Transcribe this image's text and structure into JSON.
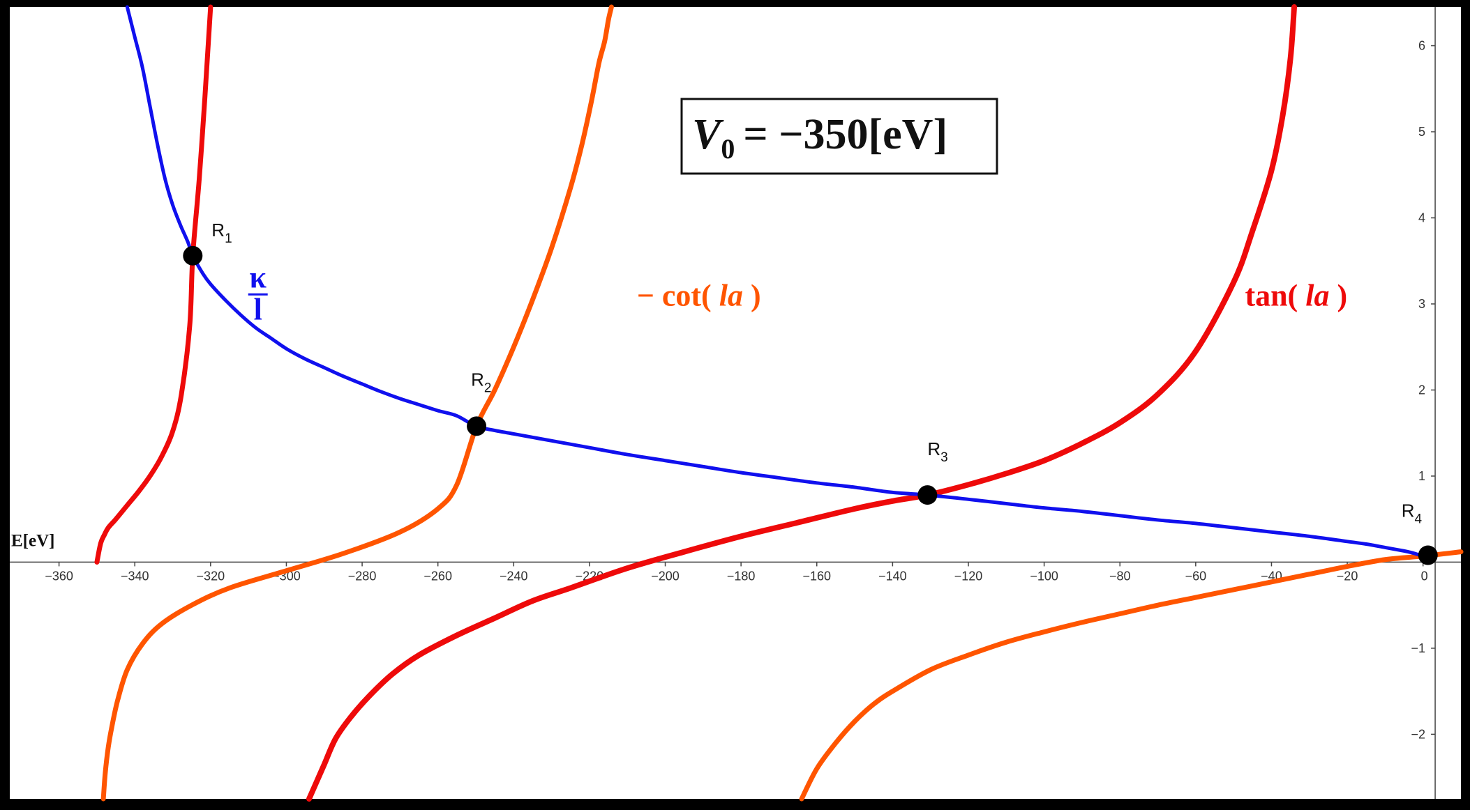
{
  "chart_data": {
    "type": "line",
    "title": "",
    "xlabel": "E[eV]",
    "ylabel": "",
    "xlim": [
      -373,
      10
    ],
    "ylim": [
      -2.75,
      6.45
    ],
    "grid": false,
    "x_ticks": [
      -360,
      -340,
      -320,
      -300,
      -280,
      -260,
      -240,
      -220,
      -200,
      -180,
      -160,
      -140,
      -120,
      -100,
      -80,
      -60,
      -40,
      -20,
      0
    ],
    "y_ticks": [
      -2,
      -1,
      1,
      2,
      3,
      4,
      5,
      6
    ],
    "x_tick_labels": [
      "−360",
      "−340",
      "−320",
      "−300",
      "−280",
      "−260",
      "−240",
      "−220",
      "−200",
      "−180",
      "−160",
      "−140",
      "−120",
      "−100",
      "−80",
      "−60",
      "−40",
      "−20",
      "0"
    ],
    "y_tick_labels": [
      "−2",
      "−1",
      "1",
      "2",
      "3",
      "4",
      "5",
      "6"
    ],
    "annotation_box": {
      "v_letter": "V",
      "v_subscript": "0",
      "expression": "= −350[eV]"
    },
    "series": [
      {
        "name": "kappa_over_l",
        "label_numerator": "κ",
        "label_denominator": "l",
        "color": "#1010ee",
        "width": 5,
        "x": [
          -342,
          -340,
          -338,
          -336,
          -334,
          -332,
          -330,
          -328,
          -326,
          -324.7,
          -322,
          -320,
          -316,
          -312,
          -308,
          -304,
          -300,
          -295,
          -290,
          -285,
          -280,
          -275,
          -270,
          -265,
          -260,
          -255,
          -250,
          -245,
          -240,
          -230,
          -220,
          -210,
          -200,
          -190,
          -180,
          -170,
          -160,
          -150,
          -140,
          -130.8,
          -120,
          -110,
          -100,
          -90,
          -80,
          -70,
          -60,
          -50,
          -40,
          -30,
          -20,
          -15,
          -10,
          -5,
          -3,
          0
        ],
        "y": [
          6.45,
          6.1,
          5.75,
          5.3,
          4.85,
          4.45,
          4.15,
          3.92,
          3.72,
          3.56,
          3.35,
          3.23,
          3.04,
          2.87,
          2.72,
          2.6,
          2.48,
          2.36,
          2.26,
          2.16,
          2.07,
          1.98,
          1.9,
          1.83,
          1.76,
          1.7,
          1.58,
          1.53,
          1.49,
          1.41,
          1.33,
          1.25,
          1.18,
          1.11,
          1.04,
          0.98,
          0.92,
          0.87,
          0.81,
          0.78,
          0.73,
          0.68,
          0.63,
          0.59,
          0.54,
          0.49,
          0.45,
          0.4,
          0.35,
          0.3,
          0.24,
          0.21,
          0.17,
          0.13,
          0.11,
          0.07
        ]
      },
      {
        "name": "tan_la_branch_1",
        "label": "",
        "color": "#ee0a0a",
        "width": 7,
        "x": [
          -350,
          -349,
          -348,
          -347,
          -345,
          -342,
          -339,
          -336,
          -333,
          -330,
          -327.7,
          -325.5,
          -324.7,
          -323,
          -321.5,
          -320.5,
          -320
        ],
        "y": [
          0,
          0.22,
          0.32,
          0.4,
          0.5,
          0.66,
          0.82,
          1.0,
          1.22,
          1.52,
          1.95,
          2.75,
          3.56,
          4.45,
          5.4,
          6.1,
          6.45
        ]
      },
      {
        "name": "minus_cot_la_branch_1",
        "label": "−cot(la)",
        "color": "#ff5500",
        "width": 7,
        "x": [
          -348.3,
          -347.8,
          -347,
          -346,
          -344.5,
          -342,
          -338,
          -333,
          -325,
          -315,
          -300,
          -285,
          -270,
          -260,
          -255,
          -249.8,
          -245,
          -240,
          -235,
          -230,
          -225,
          -222,
          -219.5,
          -217.5,
          -216,
          -215,
          -214.2
        ],
        "y": [
          -2.75,
          -2.45,
          -2.15,
          -1.9,
          -1.6,
          -1.25,
          -0.95,
          -0.72,
          -0.5,
          -0.3,
          -0.1,
          0.1,
          0.35,
          0.62,
          0.9,
          1.58,
          2.0,
          2.5,
          3.05,
          3.65,
          4.35,
          4.85,
          5.35,
          5.8,
          6.05,
          6.3,
          6.45
        ]
      },
      {
        "name": "tan_la_branch_2",
        "label": "",
        "color": "#ee0a0a",
        "width": 8,
        "x": [
          -294,
          -292,
          -290,
          -287,
          -283,
          -278,
          -272,
          -265,
          -255,
          -245,
          -235,
          -225,
          -210,
          -195,
          -180,
          -165,
          -150,
          -140,
          -130.8,
          -120,
          -110,
          -100,
          -90,
          -80,
          -70,
          -60,
          -50,
          -45,
          -40,
          -37,
          -35,
          -34
        ],
        "y": [
          -2.75,
          -2.55,
          -2.35,
          -2.05,
          -1.8,
          -1.55,
          -1.3,
          -1.08,
          -0.85,
          -0.65,
          -0.45,
          -0.3,
          -0.07,
          0.12,
          0.3,
          0.46,
          0.62,
          0.71,
          0.78,
          0.9,
          1.03,
          1.18,
          1.38,
          1.62,
          1.95,
          2.45,
          3.25,
          3.85,
          4.55,
          5.2,
          5.85,
          6.45
        ]
      },
      {
        "name": "minus_cot_la_branch_2",
        "label": "",
        "color": "#ff5500",
        "width": 7,
        "x": [
          -164,
          -160,
          -155,
          -150,
          -145,
          -140,
          -130,
          -120,
          -110,
          -100,
          -90,
          -80,
          -70,
          -60,
          -50,
          -40,
          -30,
          -20,
          -10,
          0,
          10
        ],
        "y": [
          -2.75,
          -2.4,
          -2.1,
          -1.85,
          -1.65,
          -1.5,
          -1.25,
          -1.08,
          -0.93,
          -0.81,
          -0.7,
          -0.6,
          -0.5,
          -0.41,
          -0.32,
          -0.23,
          -0.14,
          -0.05,
          0.03,
          0.07,
          0.12
        ]
      }
    ],
    "curve_labels": [
      {
        "series": "minus_cot_la_branch_1",
        "text_prefix": "−",
        "text_func": "cot(",
        "text_arg": "la",
        "text_close": ")",
        "color": "#ff5500"
      },
      {
        "series": "tan_la_branch_2",
        "text_prefix": "",
        "text_func": "tan(",
        "text_arg": "la",
        "text_close": ")",
        "color": "#ee0a0a"
      }
    ],
    "points": [
      {
        "name": "R",
        "sub": "1",
        "x": -324.7,
        "y": 3.56
      },
      {
        "name": "R",
        "sub": "2",
        "x": -249.8,
        "y": 1.58
      },
      {
        "name": "R",
        "sub": "3",
        "x": -130.8,
        "y": 0.78
      },
      {
        "name": "R",
        "sub": "4",
        "x": 1.3,
        "y": 0.08
      }
    ]
  }
}
